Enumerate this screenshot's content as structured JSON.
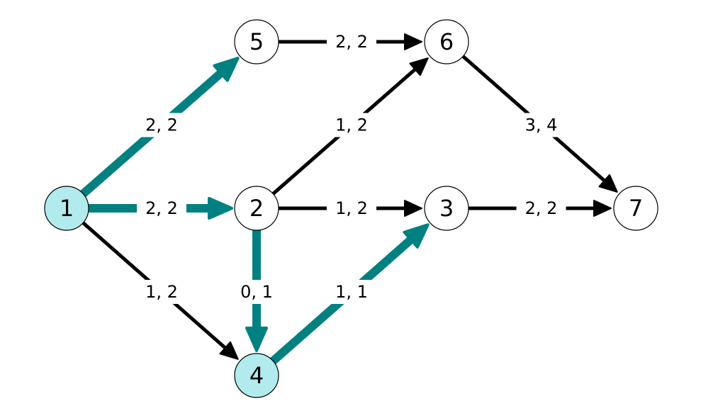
{
  "colors": {
    "background": "#ffffff",
    "edge": "#000000",
    "flow_edge": "#008080",
    "node_fill": "#ffffff",
    "highlight_fill": "#b2ebed",
    "node_stroke": "#000000"
  },
  "nodes": [
    {
      "id": "1",
      "label": "1",
      "highlighted": true
    },
    {
      "id": "2",
      "label": "2",
      "highlighted": false
    },
    {
      "id": "3",
      "label": "3",
      "highlighted": false
    },
    {
      "id": "4",
      "label": "4",
      "highlighted": true
    },
    {
      "id": "5",
      "label": "5",
      "highlighted": false
    },
    {
      "id": "6",
      "label": "6",
      "highlighted": false
    },
    {
      "id": "7",
      "label": "7",
      "highlighted": false
    }
  ],
  "edges": [
    {
      "id": "e1-5",
      "from": "1",
      "to": "5",
      "label": "2, 2",
      "highlighted": true
    },
    {
      "id": "e1-2",
      "from": "1",
      "to": "2",
      "label": "2, 2",
      "highlighted": true
    },
    {
      "id": "e1-4",
      "from": "1",
      "to": "4",
      "label": "1, 2",
      "highlighted": false
    },
    {
      "id": "e5-6",
      "from": "5",
      "to": "6",
      "label": "2, 2",
      "highlighted": false
    },
    {
      "id": "e2-6",
      "from": "2",
      "to": "6",
      "label": "1, 2",
      "highlighted": false
    },
    {
      "id": "e2-3",
      "from": "2",
      "to": "3",
      "label": "1, 2",
      "highlighted": false
    },
    {
      "id": "e2-4",
      "from": "2",
      "to": "4",
      "label": "0, 1",
      "highlighted": true
    },
    {
      "id": "e4-3",
      "from": "4",
      "to": "3",
      "label": "1, 1",
      "highlighted": true
    },
    {
      "id": "e6-7",
      "from": "6",
      "to": "7",
      "label": "3, 4",
      "highlighted": false
    },
    {
      "id": "e3-7",
      "from": "3",
      "to": "7",
      "label": "2, 2",
      "highlighted": false
    }
  ]
}
